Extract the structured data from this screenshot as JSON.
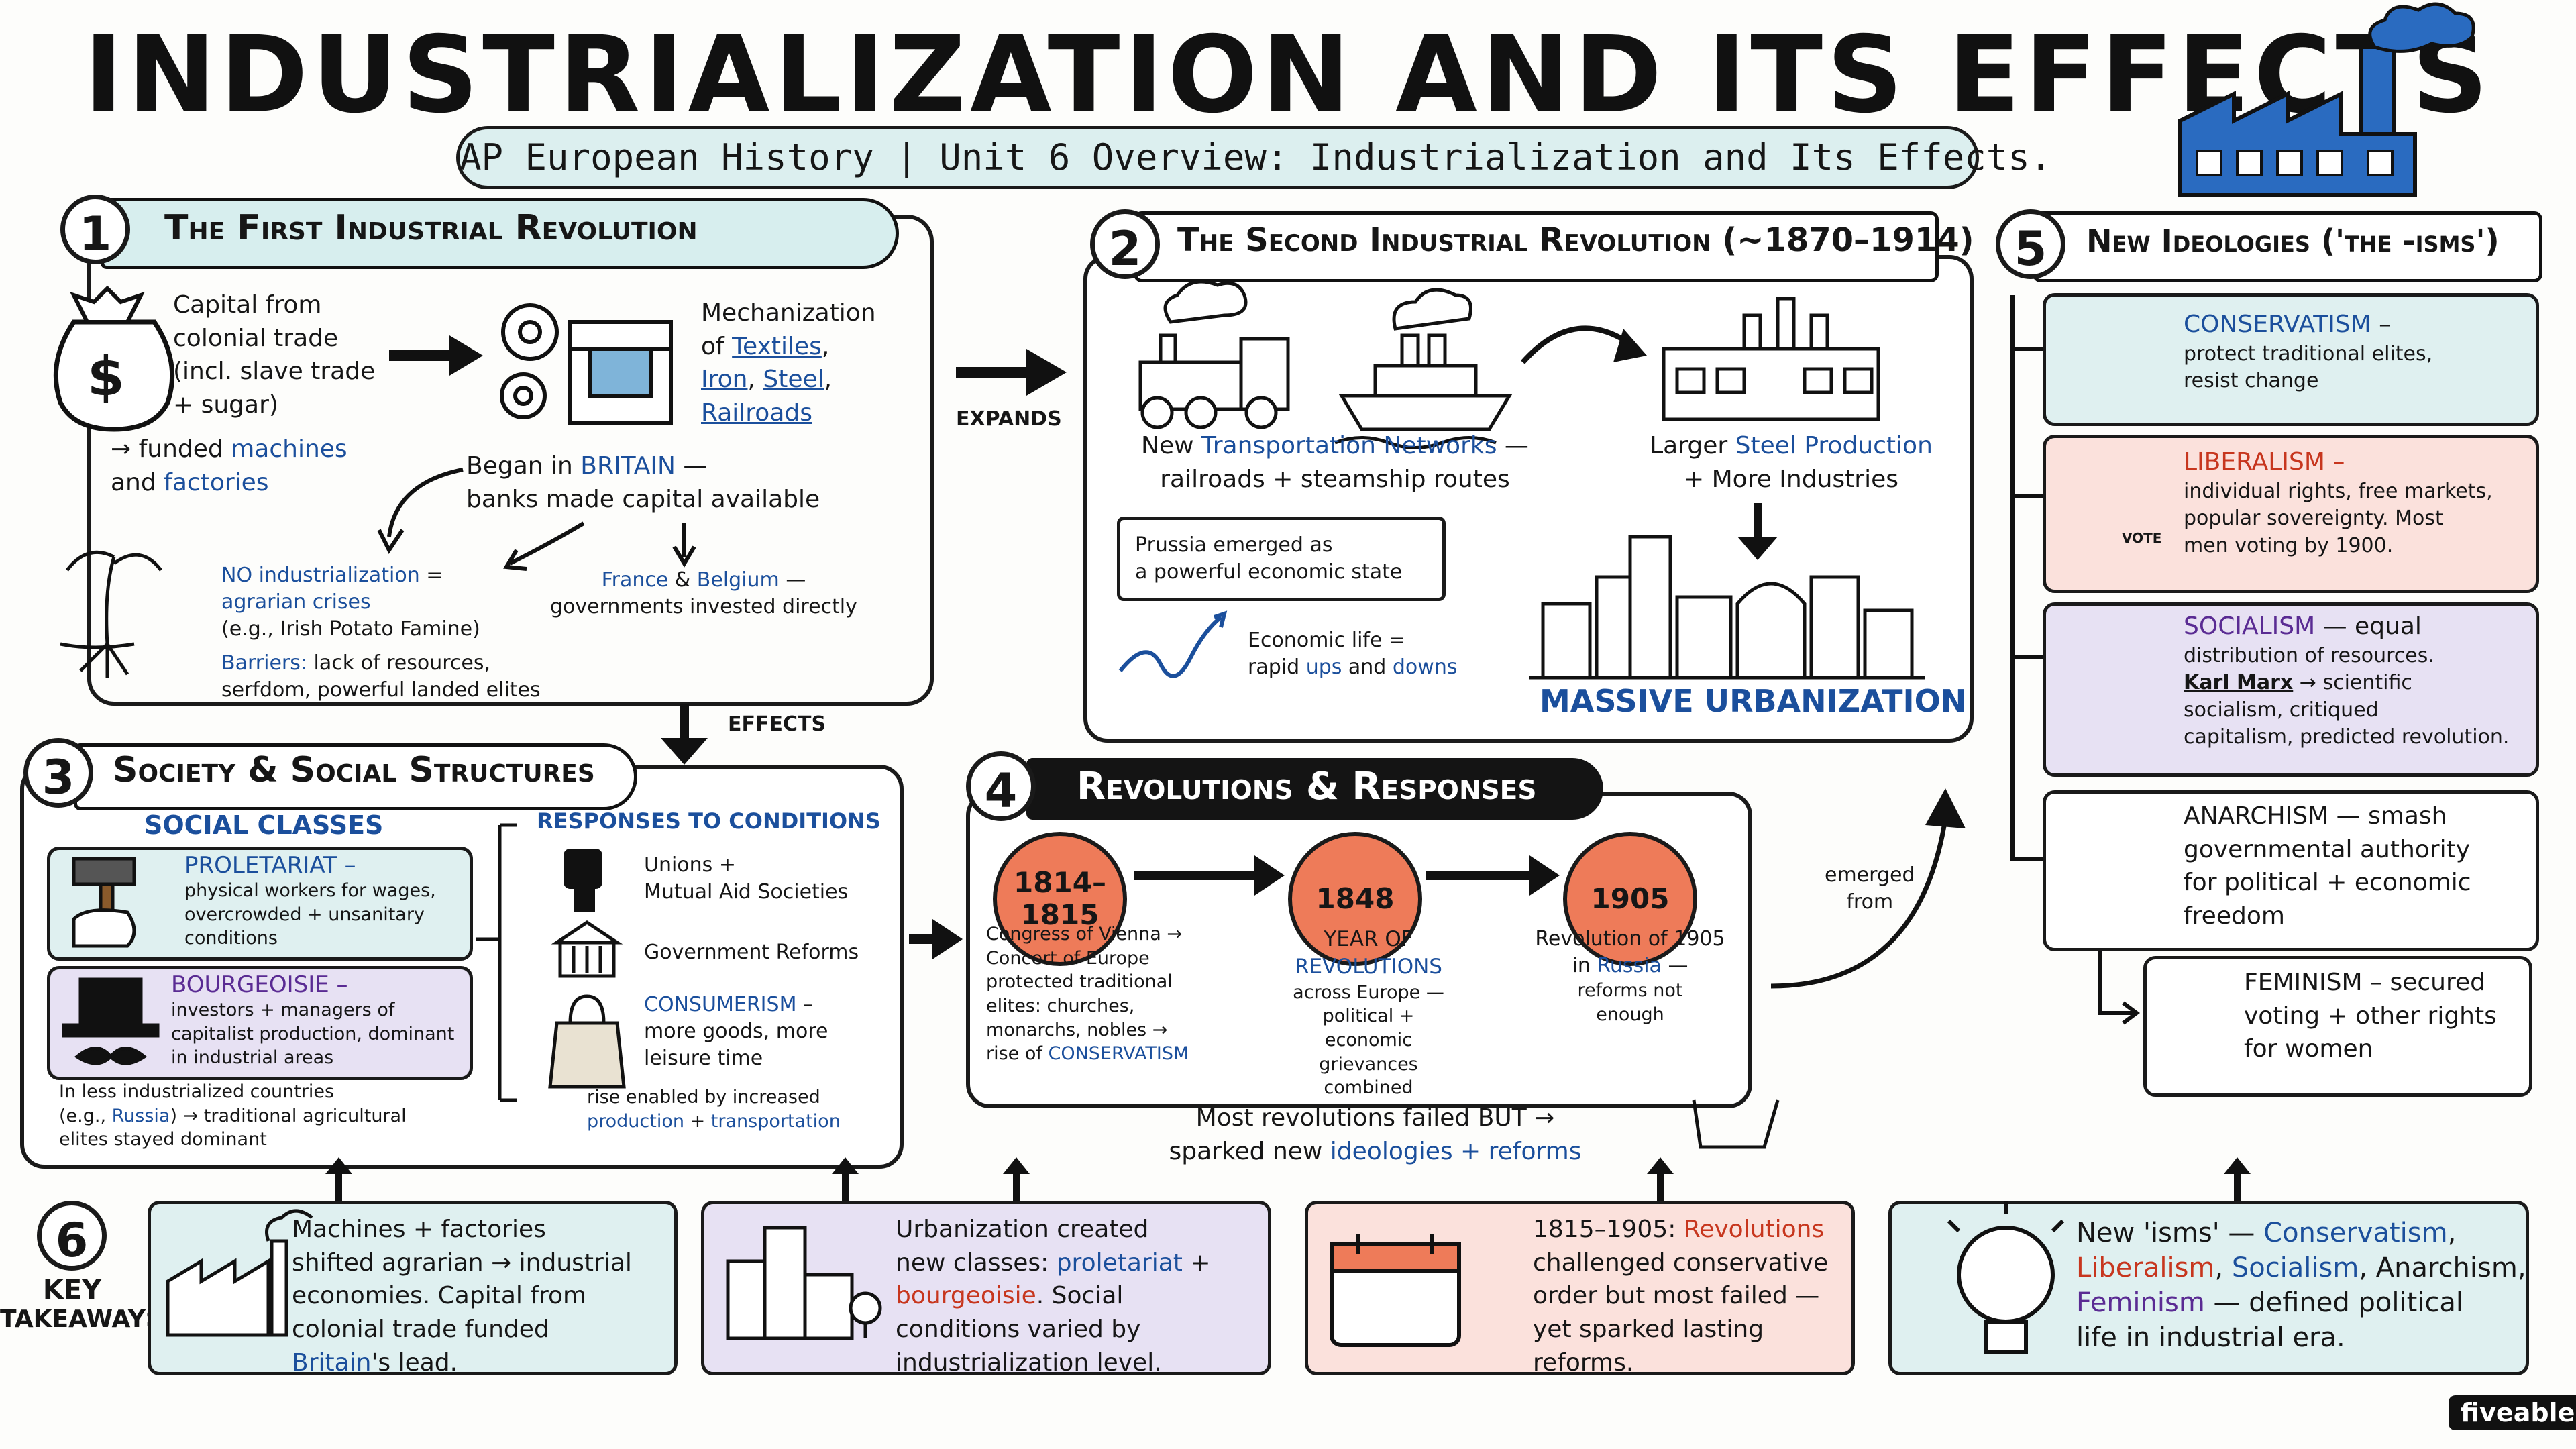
{
  "title": "INDUSTRIALIZATION AND ITS EFFECTS",
  "subtitle": "AP European History | Unit 6 Overview: Industrialization and Its Effects.",
  "s1": {
    "num": "1",
    "title": "The First Industrial Revolution",
    "capital": [
      "Capital from",
      "colonial trade",
      "(incl. slave trade",
      "+ sugar)"
    ],
    "funded_a": "→ funded ",
    "funded_machines": "machines",
    "funded_and": "and ",
    "funded_factories": "factories",
    "mech_a": "Mechanization",
    "mech_of": "of ",
    "mech_textiles": "Textiles",
    "mech_iron": "Iron",
    "mech_steel": "Steel",
    "mech_rail": "Railroads",
    "began_a": "Began in ",
    "began_britain": "BRITAIN",
    "began_b": " —",
    "began_c": "banks made capital available",
    "no_ind": "NO industrialization",
    "no_ind_b": " =",
    "agrarian": "agrarian crises",
    "potato": "(e.g., Irish Potato Famine)",
    "barriers": "Barriers:",
    "barriers_b": " lack of resources,",
    "barriers_c": "serfdom, powerful landed elites",
    "france": "France",
    "amp": " & ",
    "belgium": "Belgium",
    "fb_dash": " —",
    "fb_b": "governments invested directly",
    "dollar": "$"
  },
  "expands": "EXPANDS",
  "effects": "EFFECTS",
  "emerged": [
    "emerged",
    "from"
  ],
  "s2": {
    "num": "2",
    "title": "The Second Industrial Revolution (~1870–1914)",
    "transport_a": "New ",
    "transport_b": "Transportation Networks",
    "transport_c": " —",
    "transport_d": "railroads + steamship routes",
    "steel_a": "Larger ",
    "steel_b": "Steel Production",
    "steel_c": "+ More Industries",
    "prussia": [
      "Prussia emerged as",
      "a powerful economic state"
    ],
    "econ_a": "Economic life =",
    "econ_b": "rapid ",
    "econ_ups": "ups",
    "econ_and": " and ",
    "econ_downs": "downs",
    "urban": "MASSIVE URBANIZATION"
  },
  "s3": {
    "num": "3",
    "title": "Society & Social Structures",
    "classes": "SOCIAL CLASSES",
    "prol_t": "PROLETARIAT –",
    "prol_d": [
      "physical workers for wages,",
      "overcrowded + unsanitary",
      "conditions"
    ],
    "bour_t": "BOURGEOISIE –",
    "bour_d": [
      "investors + managers of",
      "capitalist production, dominant",
      "in industrial areas"
    ],
    "less_a": "In less industrialized countries",
    "less_b": "(e.g., ",
    "less_russia": "Russia",
    "less_c": ") → traditional agricultural",
    "less_d": "elites stayed dominant",
    "resp": "RESPONSES TO CONDITIONS",
    "unions": [
      "Unions +",
      "Mutual Aid Societies"
    ],
    "gov": "Government Reforms",
    "cons_t": "CONSUMERISM",
    "cons_t2": " –",
    "cons_d": [
      "more goods, more",
      "leisure time"
    ],
    "rise_a": "rise enabled by increased",
    "rise_prod": "production",
    "rise_plus": " + ",
    "rise_trans": "transportation"
  },
  "s4": {
    "num": "4",
    "title": "Revolutions & Responses",
    "c1": [
      "1814–",
      "1815"
    ],
    "c2": "1848",
    "c3": "1905",
    "d1": [
      "Congress of Vienna →",
      "Concert of Europe",
      "protected traditional",
      "elites: churches,",
      "monarchs, nobles →"
    ],
    "d1_rise": "rise of ",
    "d1_cons": "CONSERVATISM",
    "d2_a": "YEAR OF",
    "d2_b": "REVOLUTIONS",
    "d2_c": [
      "across Europe —",
      "political + economic",
      "grievances",
      "combined"
    ],
    "d3_a": "Revolution of 1905",
    "d3_in": "in ",
    "d3_russia": "Russia",
    "d3_dash": " —",
    "d3_b": [
      "reforms not",
      "enough"
    ],
    "foot_a": "Most revolutions failed BUT →",
    "foot_b": "sparked new ",
    "foot_ideo": "ideologies + reforms"
  },
  "s5": {
    "num": "5",
    "title": "New Ideologies ('the -isms')",
    "cons_t": "CONSERVATISM",
    "cons_dash": " –",
    "cons_d": [
      "protect traditional elites,",
      "resist change"
    ],
    "lib_t": "LIBERALISM –",
    "lib_d": [
      "individual rights, free markets,",
      "popular sovereignty.  Most",
      "men voting by 1900."
    ],
    "vote": "VOTE",
    "soc_t": "SOCIALISM",
    "soc_dash": " — equal",
    "soc_d1": "distribution of resources.",
    "soc_marx": "Karl Marx",
    "soc_d2": " → scientific",
    "soc_d3": [
      "socialism, critiqued",
      "capitalism, predicted revolution."
    ],
    "ana_t": "ANARCHISM",
    "ana_dash": " — smash",
    "ana_d": [
      "governmental authority",
      "for political + economic",
      "freedom"
    ],
    "fem_t": "FEMINISM",
    "fem_dash": " – secured",
    "fem_d": [
      "voting + other rights",
      "for women"
    ]
  },
  "s6": {
    "num": "6",
    "label": [
      "KEY",
      "TAKEAWAYS"
    ],
    "k1": [
      "Machines + factories",
      "shifted agrarian → industrial",
      "economies. Capital from",
      "colonial trade funded"
    ],
    "k1_britain": "Britain",
    "k1_lead": "'s lead.",
    "k2_a": "Urbanization created",
    "k2_b": "new classes: ",
    "k2_prol": "proletariat",
    "k2_plus": " +",
    "k2_bour": "bourgeoisie",
    "k2_c": ". Social",
    "k2_d": [
      "conditions varied by",
      "industrialization level."
    ],
    "k3_a": "1815–1905: ",
    "k3_rev": "Revolutions",
    "k3_d": [
      "challenged conservative",
      "order but most failed —",
      "yet sparked lasting",
      "reforms."
    ],
    "k4_a": "New 'isms' — ",
    "k4_cons": "Conservatism",
    "k4_lib": "Liberalism",
    "k4_soc": "Socialism",
    "k4_ana": ", Anarchism,",
    "k4_fem": "Feminism",
    "k4_d": " — defined political",
    "k4_e": "life in industrial era."
  },
  "brand": "fiveable",
  "colors": {
    "blue": "#1b4f9c",
    "red": "#c7361e",
    "purple": "#5a2b93",
    "teal": "#dff0f0",
    "pink": "#fbe1dc",
    "lavender": "#e7e1f3",
    "orange": "#ee7b59"
  }
}
